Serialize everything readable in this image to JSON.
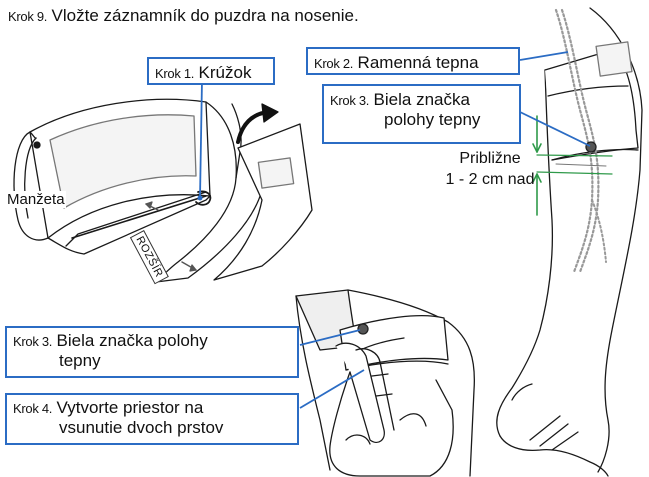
{
  "heading": {
    "step": "Krok 9.",
    "text": "Vložte záznamník do puzdra na nosenie."
  },
  "callouts": {
    "ring": {
      "step": "Krok 1.",
      "text": "Krúžok"
    },
    "artery": {
      "step": "Krok 2.",
      "text": "Ramenná tepna"
    },
    "mark_upper": {
      "step": "Krok 3.",
      "line1": "Biela značka",
      "line2": "polohy tepny"
    },
    "mark_lower": {
      "step": "Krok 3.",
      "line1": "Biela značka polohy",
      "line2": "tepny"
    },
    "fingers": {
      "step": "Krok 4.",
      "line1": "Vytvorte priestor na",
      "line2": "vsunutie dvoch prstov"
    }
  },
  "labels": {
    "cuff": "Manžeta",
    "expand": "ROZŠÍR",
    "distance_line1": "Približne",
    "distance_line2": "1 - 2 cm nad"
  },
  "colors": {
    "callout_border": "#2b6cc4",
    "accent_green": "#2f9a4a",
    "line": "#1a1a1a"
  }
}
